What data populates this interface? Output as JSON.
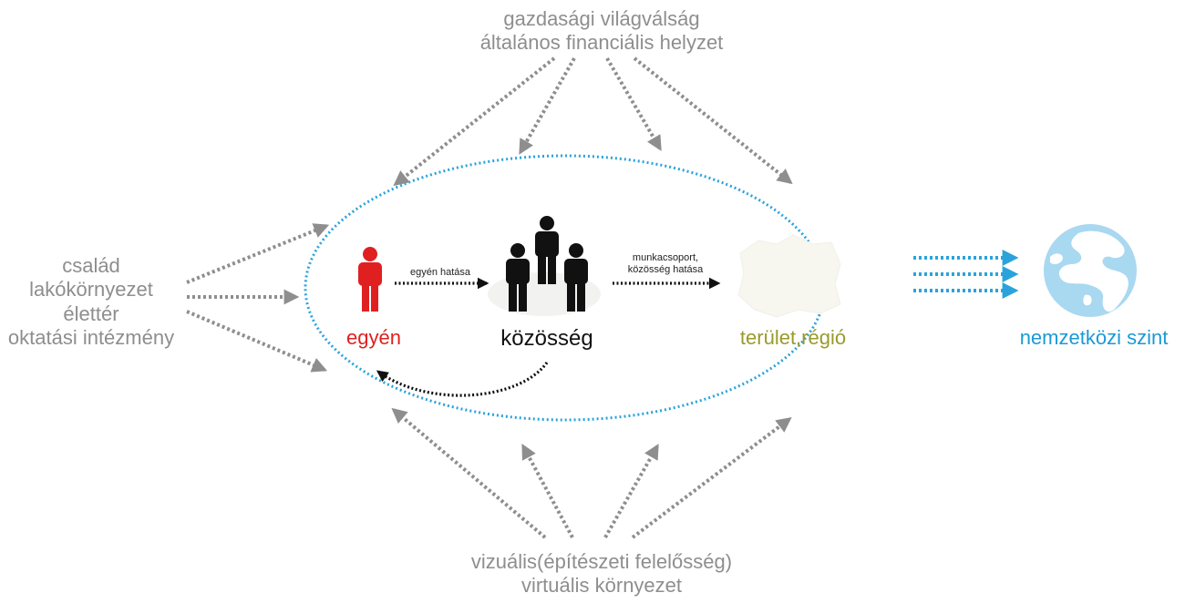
{
  "top_label": [
    "gazdasági világválság",
    "általános financiális helyzet"
  ],
  "left_label": [
    "család",
    "lakókörnyezet",
    "élettér",
    "oktatási intézmény"
  ],
  "bottom_label": [
    "vizuális(építészeti felelősség)",
    "virtuális környezet"
  ],
  "nodes": {
    "egyen": "egyén",
    "kozosseg": "közösség",
    "terulet": "terület,régió",
    "nemzetkozi": "nemzetközi szint"
  },
  "edges": {
    "egyen_to_kozosseg": "egyén hatása",
    "kozosseg_to_terulet": [
      "munkacsoport,",
      "közösség hatása"
    ]
  },
  "colors": {
    "influence_arrows": "#8e8e8e",
    "ellipse": "#2aa3dc",
    "egyen": "#e02020",
    "kozosseg": "#111111",
    "terulet": "#9a9a2c",
    "nemzetkozi": "#1a9ad6"
  },
  "icons": [
    "person-icon",
    "group-icon",
    "region-map-icon",
    "globe-icon"
  ]
}
